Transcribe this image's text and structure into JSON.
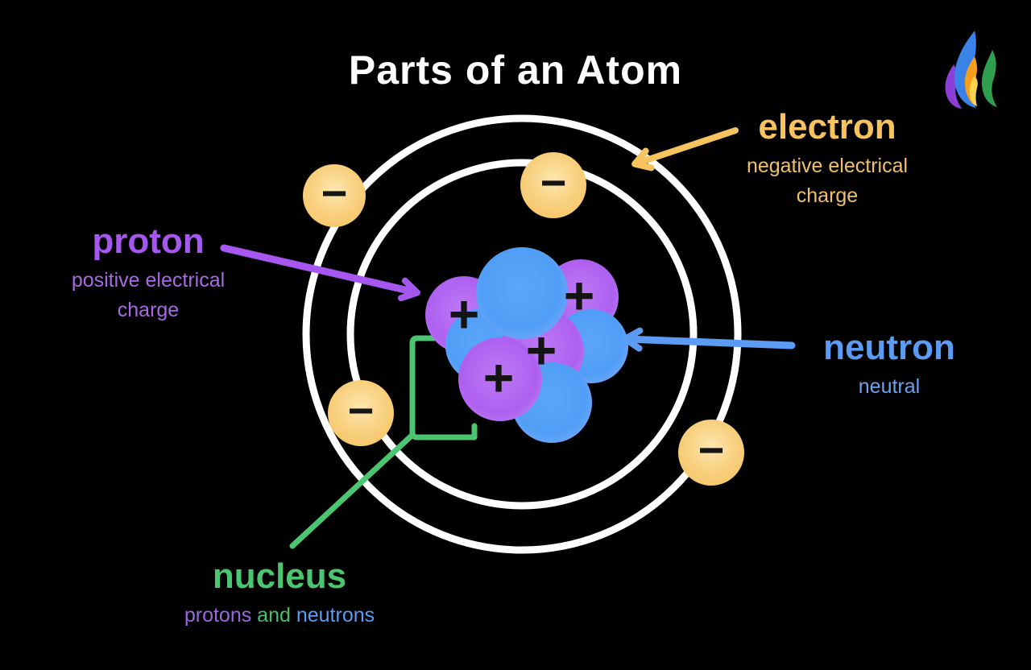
{
  "title": "Parts of an Atom",
  "logo": {
    "name": "flame-logo"
  },
  "labels": {
    "electron": {
      "title": "electron",
      "desc_lines": [
        "negative electrical",
        "charge"
      ],
      "color": "#f6c35f"
    },
    "proton": {
      "title": "proton",
      "desc_lines": [
        "positive electrical",
        "charge"
      ],
      "color": "#a657f0"
    },
    "neutron": {
      "title": "neutron",
      "desc": "neutral",
      "color": "#5b9bf3"
    },
    "nucleus": {
      "title": "nucleus",
      "desc_parts": [
        {
          "text": "protons",
          "color": "#9a68e0"
        },
        {
          "text": " and ",
          "color": "#45c06a"
        },
        {
          "text": "neutrons",
          "color": "#5b9bf3"
        }
      ],
      "color": "#4cc571"
    }
  },
  "symbols": {
    "plus": "+",
    "minus": "−"
  },
  "diagram": {
    "electron_count": 4,
    "proton_count": 4,
    "neutron_count": 4,
    "orbit_count": 2,
    "orbit_color": "#ffffff",
    "background_color": "#000000"
  },
  "colors": {
    "c-yellow": "#f6c35f",
    "c-yellow-sub": "#f0c16a",
    "c-purple": "#a657f0",
    "c-purple-sub": "#a86ae2",
    "c-blue": "#5b9bf3",
    "c-green": "#4cc571",
    "c-white": "#ffffff",
    "bg": "#000000"
  }
}
